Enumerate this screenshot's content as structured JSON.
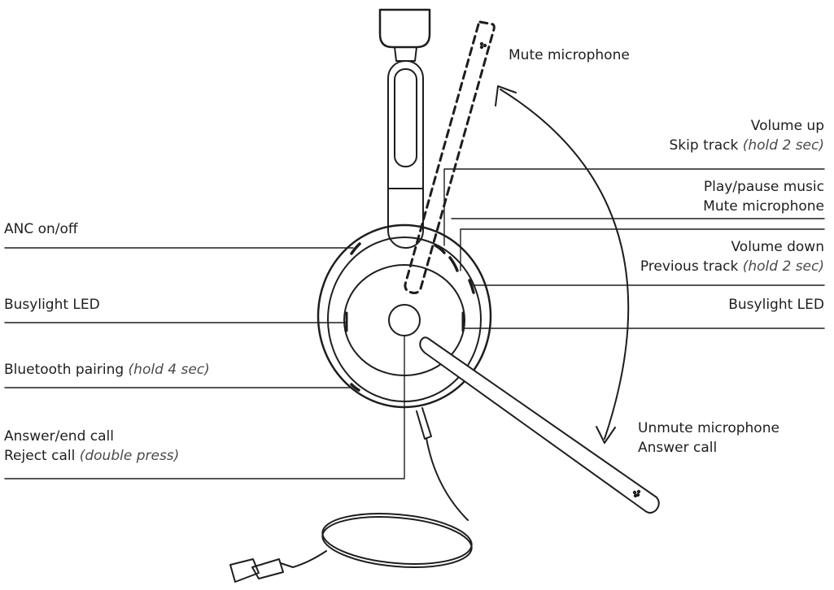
{
  "callouts": {
    "mute_top": {
      "line1": "Mute microphone"
    },
    "volume_up": {
      "line1": "Volume up",
      "line2_main": "Skip track",
      "line2_note": "(hold 2 sec)"
    },
    "play_pause": {
      "line1": "Play/pause music",
      "line2": "Mute microphone"
    },
    "volume_down": {
      "line1": "Volume down",
      "line2_main": "Previous track",
      "line2_note": "(hold 2 sec)"
    },
    "busylight_right": {
      "line1": "Busylight LED"
    },
    "anc": {
      "line1": "ANC on/off"
    },
    "busylight_left": {
      "line1": "Busylight LED"
    },
    "bluetooth": {
      "line1_main": "Bluetooth pairing",
      "line1_note": "(hold 4 sec)"
    },
    "answer": {
      "line1": "Answer/end call",
      "line2_main": "Reject call",
      "line2_note": "(double press)"
    },
    "unmute": {
      "line1": "Unmute microphone",
      "line2": "Answer call"
    }
  },
  "colors": {
    "ink": "#1e1e1e",
    "note": "#4a4a4a",
    "background": "#ffffff"
  }
}
